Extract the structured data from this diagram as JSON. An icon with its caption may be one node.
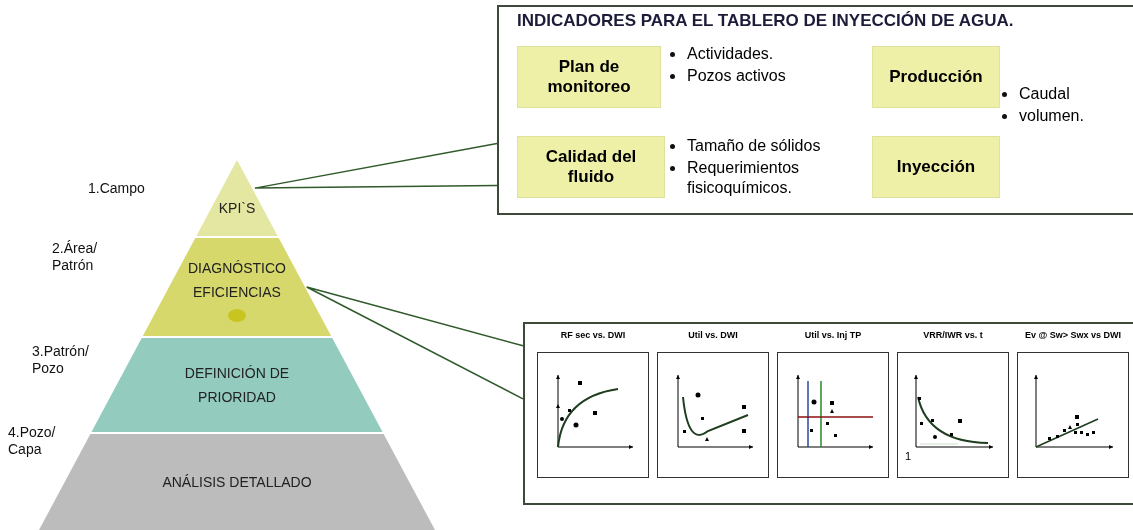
{
  "diagram": {
    "nodes": [
      {
        "text": [
          "KPI`S"
        ]
      },
      {
        "text": [
          "DIAGNÓSTICO EFICIENCIAS"
        ]
      },
      {
        "text": [
          "DEFINICIÓN DE PRIORIDAD"
        ]
      },
      {
        "text": [
          "ANÁLISIS DETALLADO"
        ]
      },
      {
        "text": [
          "INDICADORES PARA EL TABLERO DE INYECCIÓN DE AGUA."
        ]
      },
      {
        "text": [
          "Plan de monitoreo"
        ],
        "in": 4,
        "beside": [
          "Actividades.",
          "Pozos activos"
        ]
      },
      {
        "text": [
          "Producción"
        ],
        "in": 4
      },
      {
        "text": [
          "Calidad del fluido"
        ],
        "in": 4,
        "beside": [
          "Tamaño de sólidos",
          "Requerimientos fisicoquímicos."
        ]
      },
      {
        "text": [
          "Inyección"
        ],
        "in": 4
      },
      {
        "text": [],
        "shape": "box"
      },
      {
        "text": [
          "RF sec vs. DWI"
        ],
        "in": 9
      },
      {
        "text": [
          "Util vs. DWI"
        ],
        "in": 9
      },
      {
        "text": [
          "Util vs. Inj TP"
        ],
        "in": 9
      },
      {
        "text": [
          "VRR/IWR vs. t"
        ],
        "in": 9
      },
      {
        "text": [
          "Ev @ Sw> Swx vs DWI"
        ],
        "in": 9
      }
    ],
    "edges": [
      {
        "from": 0,
        "to": 4,
        "arrow": "none"
      },
      {
        "from": 1,
        "to": 9,
        "arrow": "none"
      }
    ],
    "labels": [
      "1.Campo",
      "2.Área/ Patrón",
      "3.Patrón/ Pozo",
      "4.Pozo/ Capa",
      "Caudal",
      "volumen.",
      "1"
    ]
  }
}
